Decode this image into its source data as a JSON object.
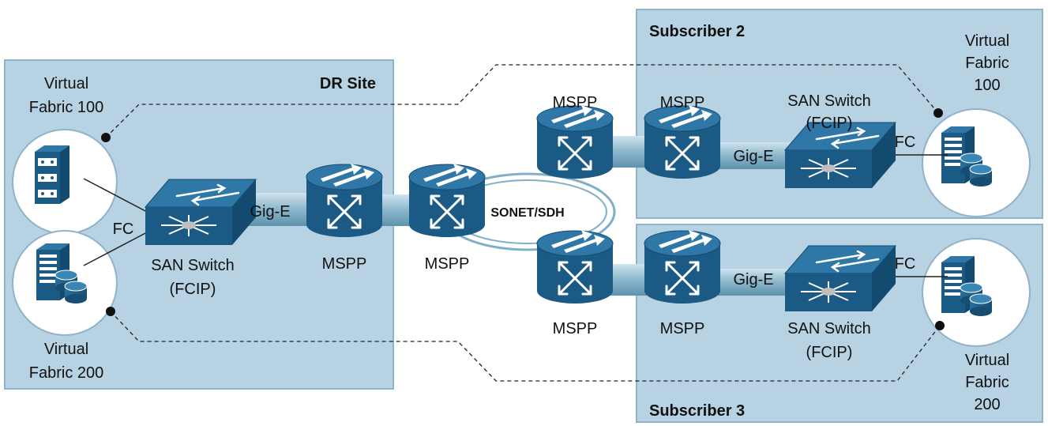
{
  "colors": {
    "panel_fill": "#b7d2e3",
    "panel_stroke": "#8fb3c9",
    "device_blue": "#1f5f8b",
    "device_dark": "#154a6e",
    "link_tube": "#7fb0c8"
  },
  "sites": {
    "dr": {
      "title": "DR Site"
    },
    "sub2": {
      "title": "Subscriber 2"
    },
    "sub3": {
      "title": "Subscriber 3"
    }
  },
  "fabrics": {
    "dr_top": {
      "line1": "Virtual",
      "line2": "Fabric 100"
    },
    "dr_bottom": {
      "line1": "Virtual",
      "line2": "Fabric 200"
    },
    "sub2": {
      "line1": "Virtual",
      "line2": "Fabric",
      "line3": "100"
    },
    "sub3": {
      "line1": "Virtual",
      "line2": "Fabric",
      "line3": "200"
    }
  },
  "devices": {
    "dr_switch": {
      "line1": "SAN Switch",
      "line2": "(FCIP)"
    },
    "sub2_switch": {
      "line1": "SAN Switch",
      "line2": "(FCIP)"
    },
    "sub3_switch": {
      "line1": "SAN Switch",
      "line2": "(FCIP)"
    },
    "mspp_dr": "MSPP",
    "mspp_core": "MSPP",
    "mspp_ring_top": "MSPP",
    "mspp_ring_bottom": "MSPP",
    "mspp_sub2": "MSPP",
    "mspp_sub3": "MSPP"
  },
  "links": {
    "dr_gige": "Gig-E",
    "sub2_gige": "Gig-E",
    "sub3_gige": "Gig-E",
    "dr_fc": "FC",
    "sub2_fc": "FC",
    "sub3_fc": "FC",
    "ring": "SONET/SDH"
  },
  "icons": {
    "router": "mspp-router-icon",
    "switch": "san-switch-icon",
    "storage": "storage-array-icon"
  }
}
